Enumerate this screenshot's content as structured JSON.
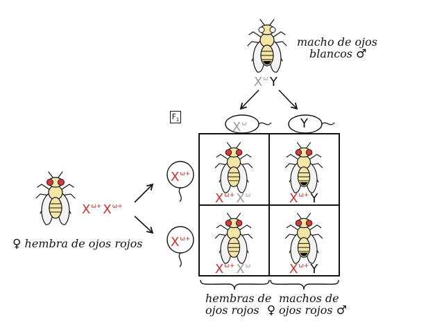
{
  "parent_male": {
    "label_line1": "macho de ojos",
    "label_line2": "blancos",
    "sex_symbol": "♂",
    "genotype": {
      "x": "X",
      "x_sup": "ω",
      "y": "Y"
    },
    "eye_color": "#ffffff"
  },
  "parent_female": {
    "label": "hembra de ojos rojos",
    "sex_symbol": "♀",
    "genotype": {
      "x1": "X",
      "x1_sup": "ω+",
      "x2": "X",
      "x2_sup": "ω+"
    },
    "eye_color": "#d83a3a"
  },
  "generation_label": "F",
  "generation_sub": "1",
  "gametes": {
    "male": [
      {
        "letter": "X",
        "sup": "ω"
      },
      {
        "letter": "Y",
        "sup": ""
      }
    ],
    "female": [
      {
        "letter": "X",
        "sup": "ω+"
      },
      {
        "letter": "X",
        "sup": "ω+"
      }
    ]
  },
  "punnett": {
    "cells": [
      {
        "a": "X",
        "a_sup": "ω+",
        "b": "X",
        "b_sup": "ω"
      },
      {
        "a": "X",
        "a_sup": "ω+",
        "b": "Y",
        "b_sup": ""
      },
      {
        "a": "X",
        "a_sup": "ω+",
        "b": "X",
        "b_sup": "ω"
      },
      {
        "a": "X",
        "a_sup": "ω+",
        "b": "Y",
        "b_sup": ""
      }
    ]
  },
  "bottom_labels": {
    "females_line1": "hembras de",
    "females_line2": "ojos rojos",
    "females_symbol": "♀",
    "males_line1": "machos de",
    "males_line2": "ojos rojos",
    "males_symbol": "♂"
  },
  "colors": {
    "red_allele": "#c9302c",
    "white_allele": "#9a9a9a",
    "fly_body": "#f4e6a4",
    "red_eye": "#d83a3a"
  }
}
